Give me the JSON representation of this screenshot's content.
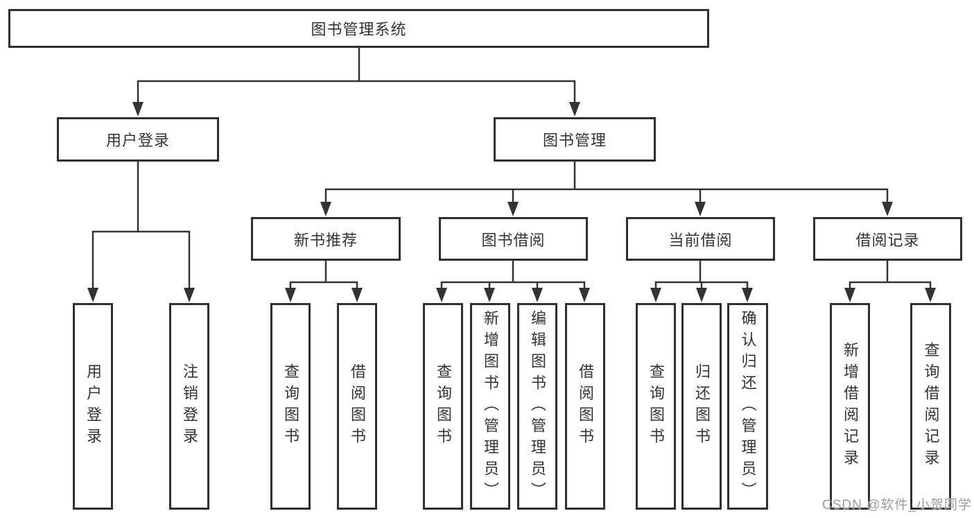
{
  "colors": {
    "line": "#333333",
    "box_border": "#2f2f2f",
    "text": "#333333",
    "background": "#ffffff",
    "watermark": "#9b9b9b"
  },
  "watermark": "CSDN @软件_小贺同学",
  "tree": {
    "label": "图书管理系统",
    "children": [
      {
        "label": "用户登录",
        "children": [
          {
            "label": "用户登录"
          },
          {
            "label": "注销登录"
          }
        ]
      },
      {
        "label": "图书管理",
        "children": [
          {
            "label": "新书推荐",
            "children": [
              {
                "label": "查询图书"
              },
              {
                "label": "借阅图书"
              }
            ]
          },
          {
            "label": "图书借阅",
            "children": [
              {
                "label": "查询图书"
              },
              {
                "label": "新增图书（管理员）"
              },
              {
                "label": "编辑图书（管理员）"
              },
              {
                "label": "借阅图书"
              }
            ]
          },
          {
            "label": "当前借阅",
            "children": [
              {
                "label": "查询图书"
              },
              {
                "label": "归还图书"
              },
              {
                "label": "确认归还（管理员）"
              }
            ]
          },
          {
            "label": "借阅记录",
            "children": [
              {
                "label": "新增借阅记录"
              },
              {
                "label": "查询借阅记录"
              }
            ]
          }
        ]
      }
    ]
  }
}
